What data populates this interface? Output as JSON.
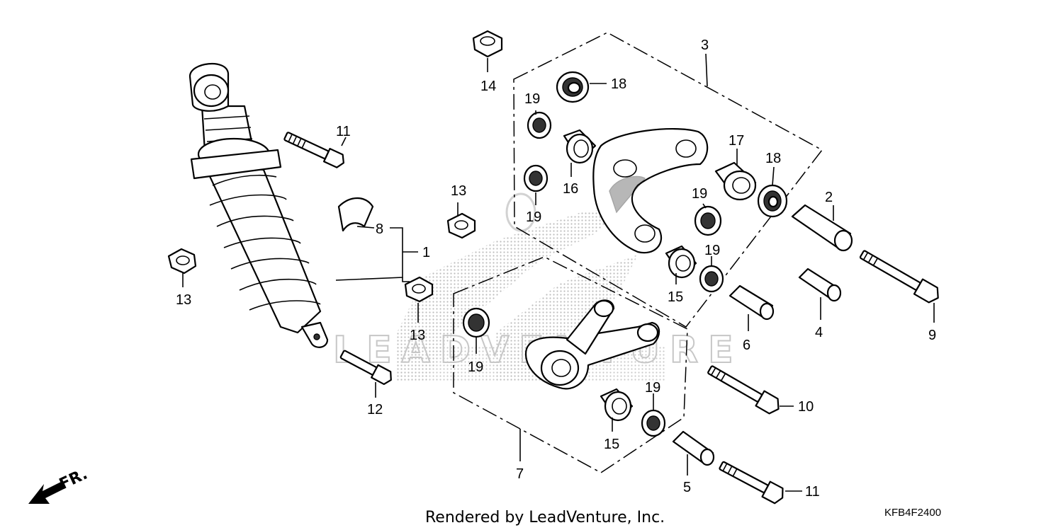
{
  "callouts": {
    "n1": "1",
    "n2": "2",
    "n3": "3",
    "n4": "4",
    "n5": "5",
    "n6": "6",
    "n7": "7",
    "n8": "8",
    "n9": "9",
    "n10": "10",
    "n11a": "11",
    "n11b": "11",
    "n12": "12",
    "n13a": "13",
    "n13b": "13",
    "n13c": "13",
    "n14": "14",
    "n15a": "15",
    "n15b": "15",
    "n16": "16",
    "n17": "17",
    "n18a": "18",
    "n18b": "18",
    "n19a": "19",
    "n19b": "19",
    "n19c": "19",
    "n19d": "19",
    "n19e": "19",
    "n19f": "19"
  },
  "direction_label": "FR.",
  "footer_text": "Rendered by LeadVenture, Inc.",
  "diagram_code": "KFB4F2400",
  "watermark_text": "LEADVENTURE",
  "colors": {
    "line": "#000000",
    "watermark": "#c7c7c7",
    "background": "#ffffff"
  }
}
